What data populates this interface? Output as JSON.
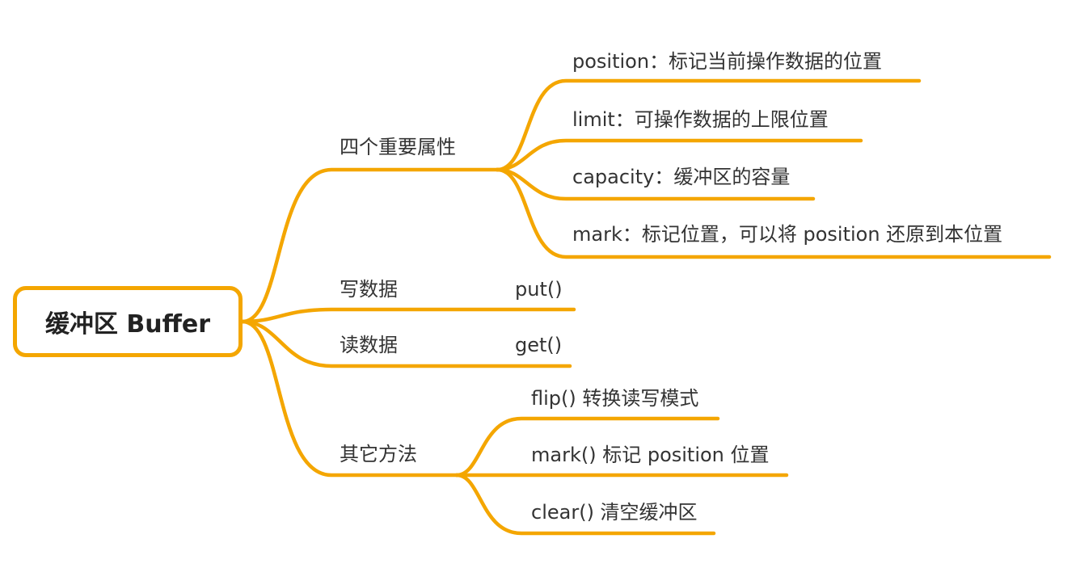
{
  "root": {
    "label": "缓冲区 Buffer"
  },
  "branches": [
    {
      "label": "四个重要属性",
      "children": [
        "position：标记当前操作数据的位置",
        "limit：可操作数据的上限位置",
        "capacity：缓冲区的容量",
        "mark：标记位置，可以将 position 还原到本位置"
      ]
    },
    {
      "label": "写数据",
      "method": "put()"
    },
    {
      "label": "读数据",
      "method": "get()"
    },
    {
      "label": "其它方法",
      "children": [
        "flip() 转换读写模式",
        "mark() 标记 position 位置",
        "clear() 清空缓冲区"
      ]
    }
  ],
  "colors": {
    "line": "#f4a600",
    "text": "#333333",
    "root_text": "#222222"
  }
}
